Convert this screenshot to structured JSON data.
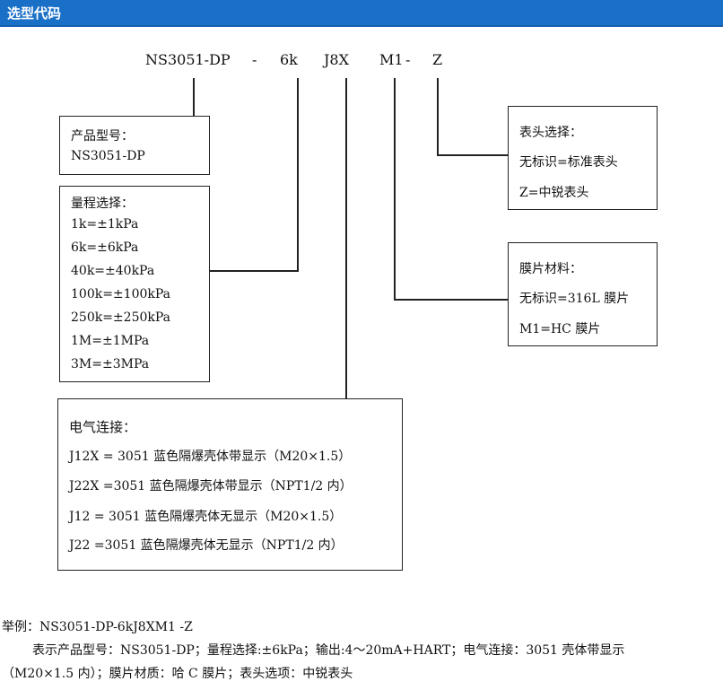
{
  "header": {
    "title": "选型代码"
  },
  "code": {
    "model": "NS3051-DP",
    "dash1": "-",
    "range": "6k",
    "connection": "J8X",
    "membrane": "M1",
    "dash2": "-",
    "gauge": "Z"
  },
  "model_box": {
    "title": "产品型号：",
    "value": "NS3051-DP"
  },
  "range_box": {
    "title": "量程选择：",
    "items": [
      "1k=±1kPa",
      "6k=±6kPa",
      "40k=±40kPa",
      "100k=±100kPa",
      "250k=±250kPa",
      "1M=±1MPa",
      "3M=±3MPa"
    ]
  },
  "electric_box": {
    "title": "电气连接：",
    "items": [
      "J12X = 3051 蓝色隔爆壳体带显示（M20×1.5）",
      "J22X =3051 蓝色隔爆壳体带显示（NPT1/2 内）",
      "J12 = 3051 蓝色隔爆壳体无显示（M20×1.5）",
      "J22 =3051 蓝色隔爆壳体无显示（NPT1/2 内）"
    ]
  },
  "gauge_box": {
    "title": "表头选择：",
    "items": [
      "无标识=标准表头",
      "Z=中锐表头"
    ]
  },
  "membrane_box": {
    "title": "膜片材料：",
    "items": [
      "无标识=316L 膜片",
      "M1=HC 膜片"
    ]
  },
  "example": {
    "line1": "举例：NS3051-DP-6kJ8XM1 -Z",
    "line2": "表示产品型号：NS3051-DP；量程选择:±6kPa；输出:4～20mA+HART；电气连接：3051 壳体带显示",
    "line3": "（M20×1.5 内）；膜片材质：哈 C 膜片；表头选项：中锐表头"
  }
}
